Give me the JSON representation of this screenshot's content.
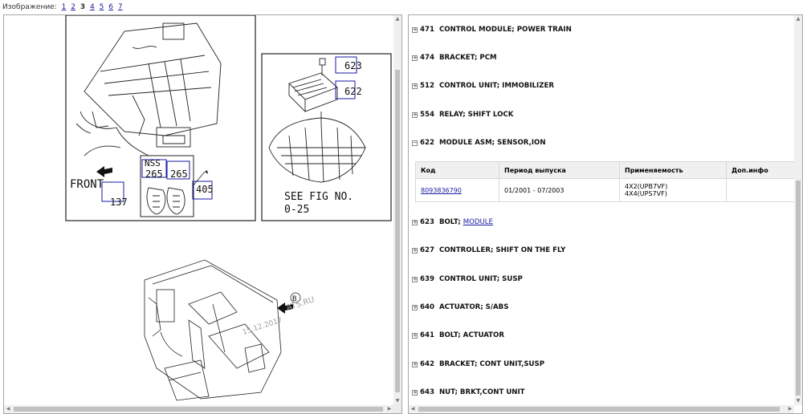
{
  "header": {
    "label": "Изображение:",
    "pages": [
      "1",
      "2",
      "3",
      "4",
      "5",
      "6",
      "7"
    ],
    "current_page": "3"
  },
  "diagram": {
    "callouts": [
      "623",
      "622",
      "NSS",
      "265",
      "265",
      "405",
      "137"
    ],
    "front_label": "FRONT",
    "see_fig_line1": "SEE FIG NO.",
    "see_fig_line2": "0-25",
    "view_marker": "B",
    "watermark_line1": "ATS.RU",
    "watermark_line2": "15.12.2017"
  },
  "parts_list": {
    "items_before": [
      {
        "num": "471",
        "name": "CONTROL MODULE; POWER TRAIN"
      },
      {
        "num": "474",
        "name": "BRACKET; PCM"
      },
      {
        "num": "512",
        "name": "CONTROL UNIT; IMMOBILIZER"
      },
      {
        "num": "554",
        "name": "RELAY; SHIFT LOCK"
      }
    ],
    "expanded_item": {
      "num": "622",
      "name": "MODULE ASM; SENSOR,ION"
    },
    "table": {
      "headers": [
        "Код",
        "Период выпуска",
        "Применяемость",
        "Доп.инфо"
      ],
      "rows": [
        {
          "code": "8093836790",
          "period": "01/2001 - 07/2003",
          "apply": [
            "4X2(UPB7VF)",
            "4X4(UPS7VF)"
          ],
          "info": ""
        }
      ]
    },
    "item_623": {
      "num": "623",
      "label": "BOLT;",
      "link": "MODULE"
    },
    "items_after": [
      {
        "num": "627",
        "name": "CONTROLLER; SHIFT ON THE FLY"
      },
      {
        "num": "639",
        "name": "CONTROL UNIT; SUSP"
      },
      {
        "num": "640",
        "name": "ACTUATOR; S/ABS"
      },
      {
        "num": "641",
        "name": "BOLT; ACTUATOR"
      },
      {
        "num": "642",
        "name": "BRACKET; CONT UNIT,SUSP"
      },
      {
        "num": "643",
        "name": "NUT; BRKT,CONT UNIT"
      }
    ]
  },
  "icons": {
    "expand": "plus-box-icon",
    "collapse": "minus-box-icon",
    "scroll_up": "triangle-up-icon",
    "scroll_down": "triangle-down-icon",
    "scroll_left": "triangle-left-icon",
    "scroll_right": "triangle-right-icon"
  }
}
